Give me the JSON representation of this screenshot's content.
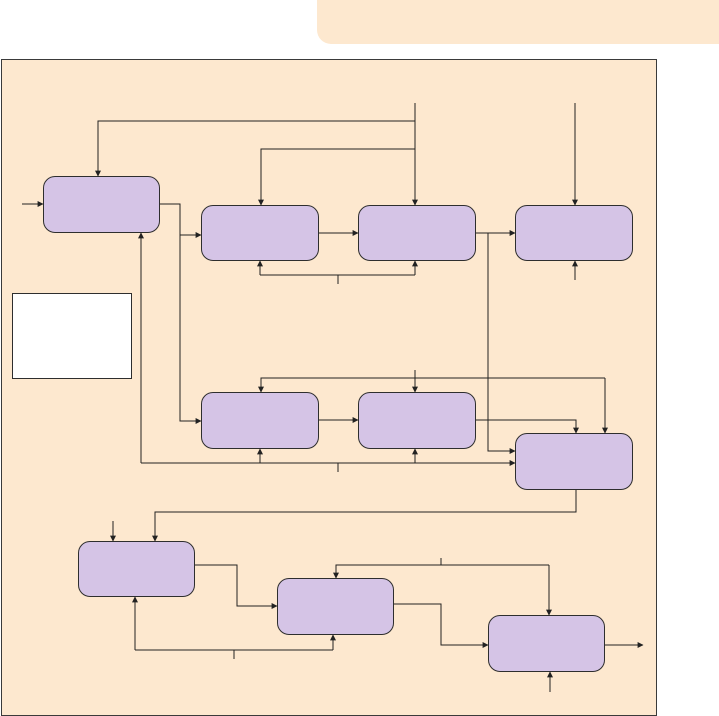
{
  "colors": {
    "background": "#fde8cf",
    "node_fill": "#d5c4e6",
    "line": "#222222"
  },
  "nodes": [
    "n1",
    "n2",
    "n3",
    "n4",
    "n5",
    "n6",
    "n7",
    "n8",
    "n9",
    "n10"
  ],
  "legend_box": "empty"
}
